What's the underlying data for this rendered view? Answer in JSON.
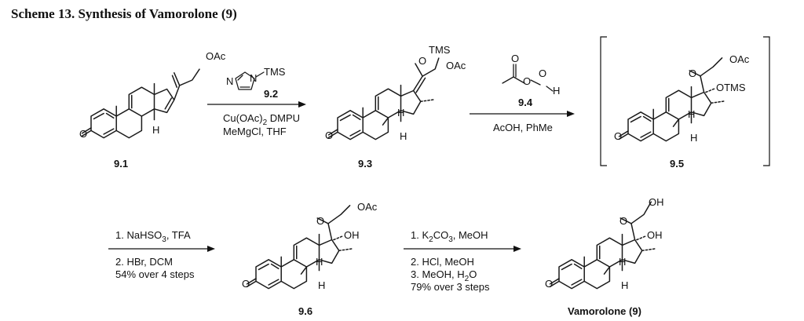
{
  "title": "Scheme 13. Synthesis of Vamorolone (9)",
  "compounds": {
    "c91": {
      "label": "9.1",
      "groups": {
        "oac": "OAc",
        "o": "O",
        "h": "H"
      }
    },
    "c93": {
      "label": "9.3",
      "groups": {
        "tms": "TMS",
        "o_enol": "O",
        "oac": "OAc",
        "o": "O",
        "h1": "H",
        "h2": "H"
      }
    },
    "c95": {
      "label": "9.5",
      "groups": {
        "oac": "OAc",
        "o_keto": "O",
        "otms": "OTMS",
        "o": "O",
        "h1": "H",
        "h2": "H"
      }
    },
    "c96": {
      "label": "9.6",
      "groups": {
        "oac": "OAc",
        "o_keto": "O",
        "oh": "OH",
        "o": "O",
        "h1": "H",
        "h2": "H"
      }
    },
    "c9": {
      "label": "Vamorolone (9)",
      "groups": {
        "oh_top": "OH",
        "o_keto": "O",
        "oh": "OH",
        "o": "O",
        "h1": "H",
        "h2": "H"
      }
    }
  },
  "reagents": {
    "r92": {
      "label": "9.2",
      "n1": "N",
      "n2": "N",
      "tms": "TMS"
    },
    "r94": {
      "label": "9.4",
      "o1": "O",
      "o2": "O",
      "o3": "O",
      "h": "H"
    }
  },
  "steps": {
    "step1": {
      "below": [
        "Cu(OAc)",
        "2",
        " DMPU",
        "MeMgCl, THF"
      ]
    },
    "step2": {
      "below": "AcOH, PhMe"
    },
    "step3": {
      "above": "1.  NaHSO",
      "above_sub": "3",
      "above_tail": ", TFA",
      "below1": "2. HBr, DCM",
      "below2": "54% over 4 steps"
    },
    "step4": {
      "above": "1. K",
      "above_sub": "2",
      "above_tail": "CO",
      "above_sub2": "3",
      "above_tail2": ", MeOH",
      "below1": "2.  HCl, MeOH",
      "below2a": "3. MeOH, H",
      "below2_sub": "2",
      "below2b": "O",
      "below3": "79% over 3 steps"
    }
  }
}
